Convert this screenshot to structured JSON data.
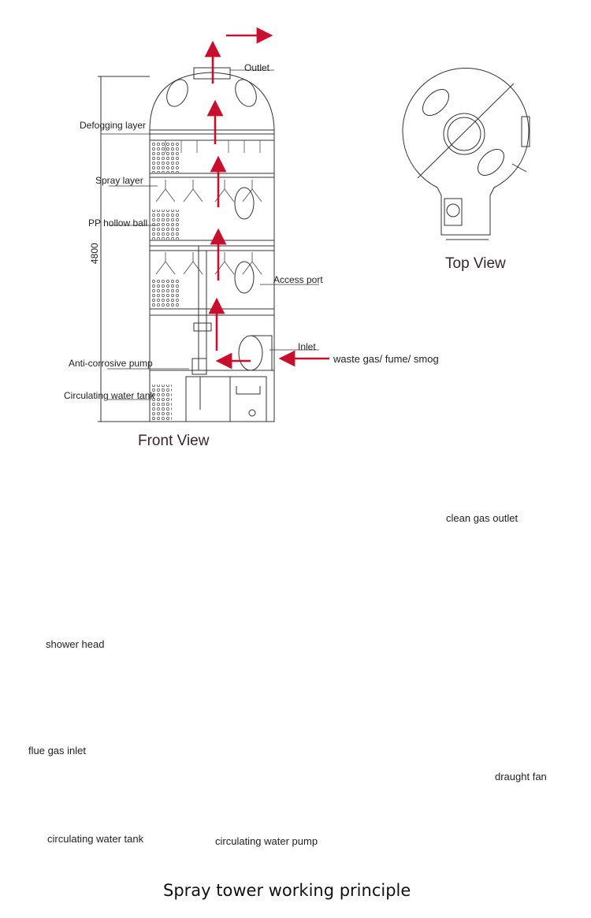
{
  "front_view": {
    "title": "Front View",
    "height_dim": "4800",
    "labels": {
      "outlet": "Outlet",
      "defogging_layer": "Defogging layer",
      "spray_layer": "Spray layer",
      "pp_hollow_ball": "PP hollow ball",
      "access_port": "Access port",
      "inlet": "Inlet",
      "waste_gas": "waste gas/ fume/ smog",
      "anti_corrosive_pump": "Anti-corrosive pump",
      "circulating_water_tank": "Circulating water tank"
    }
  },
  "top_view": {
    "title": "Top View"
  },
  "principle": {
    "title": "Spray tower working principle",
    "labels": {
      "clean_gas_outlet": "clean gas outlet",
      "shower_head": "shower head",
      "flue_gas_inlet": "flue gas inlet",
      "draught_fan": "draught fan",
      "circulating_water_tank": "circulating water tank",
      "circulating_water_pump": "circulating water pump"
    }
  },
  "colors": {
    "flow_arrow_red": "#c8102e",
    "flow_arrow_purple": "#b040c0",
    "line": "#333333"
  }
}
